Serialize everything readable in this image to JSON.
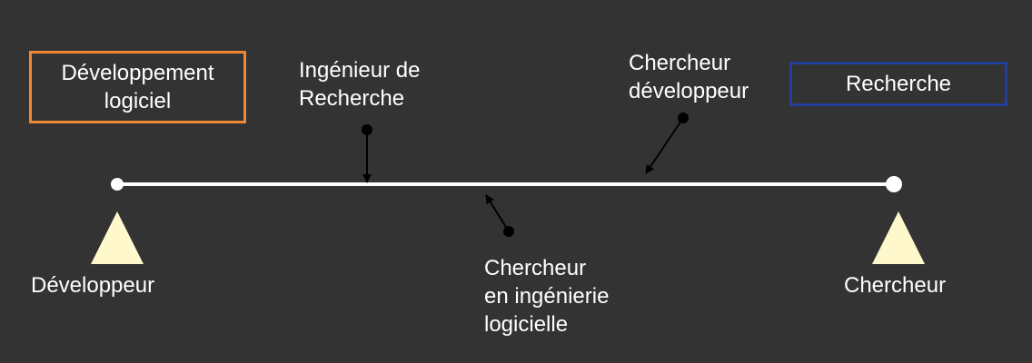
{
  "boxes": {
    "left": {
      "lines": [
        "Développement",
        "logiciel"
      ],
      "border_color": "#ee8833"
    },
    "right": {
      "lines": [
        "Recherche"
      ],
      "border_color": "#223f99"
    }
  },
  "labels": {
    "engineer": [
      "Ingénieur de",
      "Recherche"
    ],
    "researcher_developer": [
      "Chercheur",
      "développeur"
    ],
    "researcher_software": [
      "Chercheur",
      "en ingénierie",
      "logicielle"
    ],
    "developer": [
      "Développeur"
    ],
    "researcher": [
      "Chercheur"
    ]
  },
  "colors": {
    "background": "#333333",
    "text": "#ffffff",
    "scale_line": "#ffffff",
    "triangle_fill": "#fff8cc",
    "pointer": "#000000"
  }
}
